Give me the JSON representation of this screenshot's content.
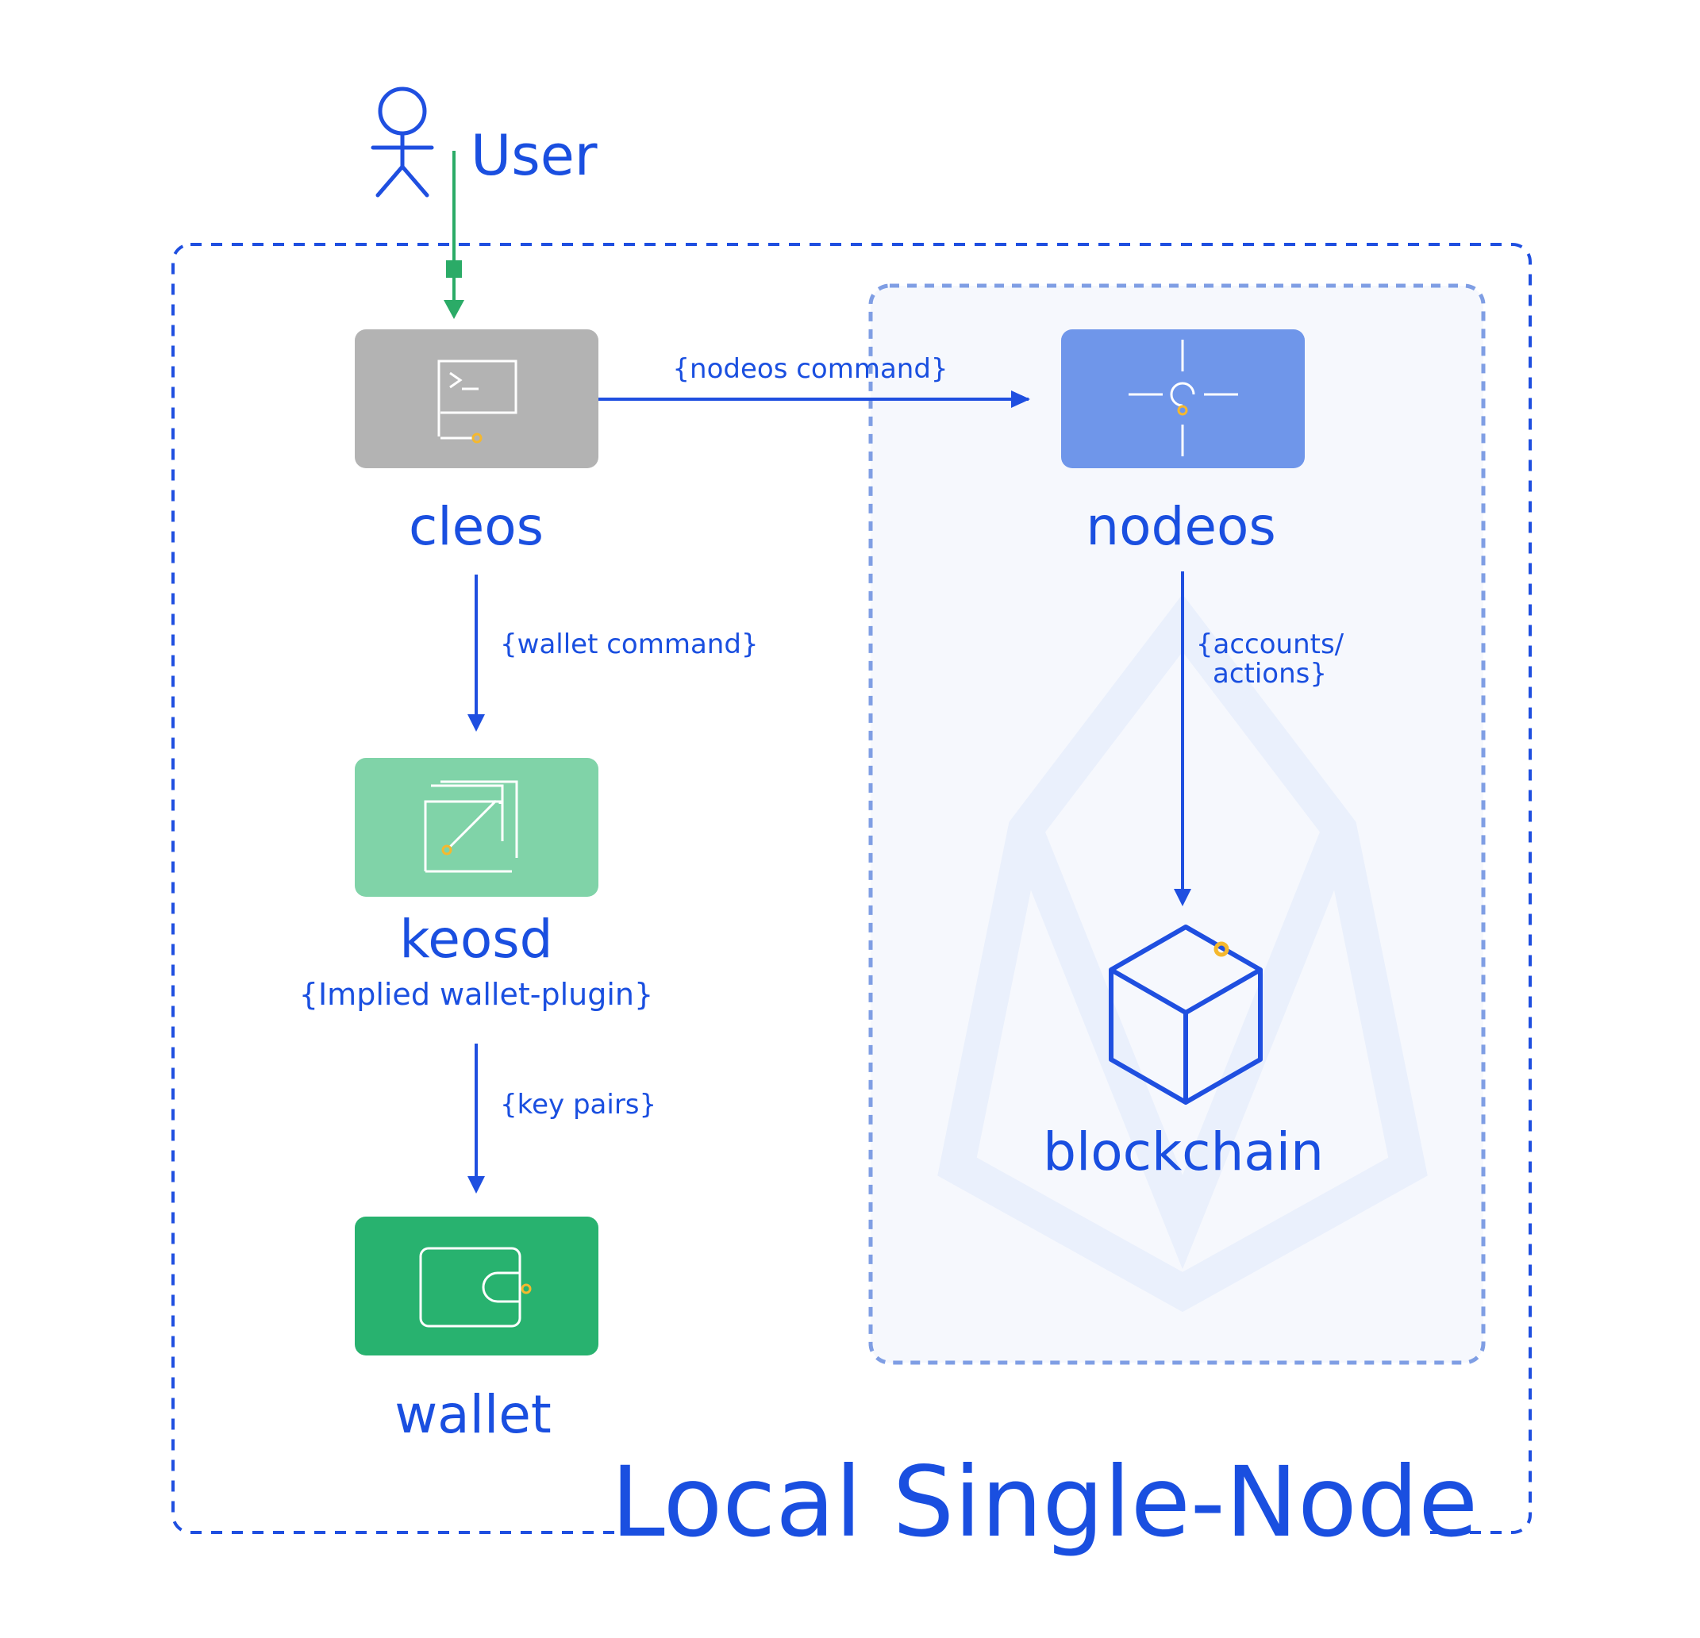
{
  "actor": {
    "label": "User"
  },
  "nodes": {
    "cleos": {
      "label": "cleos",
      "icon": "terminal-icon",
      "color": "#b3b3b3"
    },
    "nodeos": {
      "label": "nodeos",
      "icon": "crosshair-icon",
      "color": "#6f96ea"
    },
    "keosd": {
      "label": "keosd",
      "sublabel": "{Implied wallet-plugin}",
      "icon": "external-link-icon",
      "color": "#80d3a8"
    },
    "wallet": {
      "label": "wallet",
      "icon": "wallet-icon",
      "color": "#28b26f"
    },
    "blockchain": {
      "label": "blockchain",
      "icon": "cube-icon"
    }
  },
  "edges": {
    "cleos_to_nodeos": "{nodeos command}",
    "cleos_to_keosd": "{wallet command}",
    "keosd_to_wallet": "{key pairs}",
    "nodeos_to_blockchain_1": "{accounts/",
    "nodeos_to_blockchain_2": "actions}"
  },
  "group": {
    "label": "Local Single-Node"
  },
  "colors": {
    "text": "#1a4fe0",
    "arrow": "#1f4fe0",
    "user_arrow": "#2bab67",
    "accent": "#f5b82e",
    "watermark": "#eaf0fc",
    "inner_bg": "#f6f8fd",
    "inner_border": "#7f9ee4"
  }
}
